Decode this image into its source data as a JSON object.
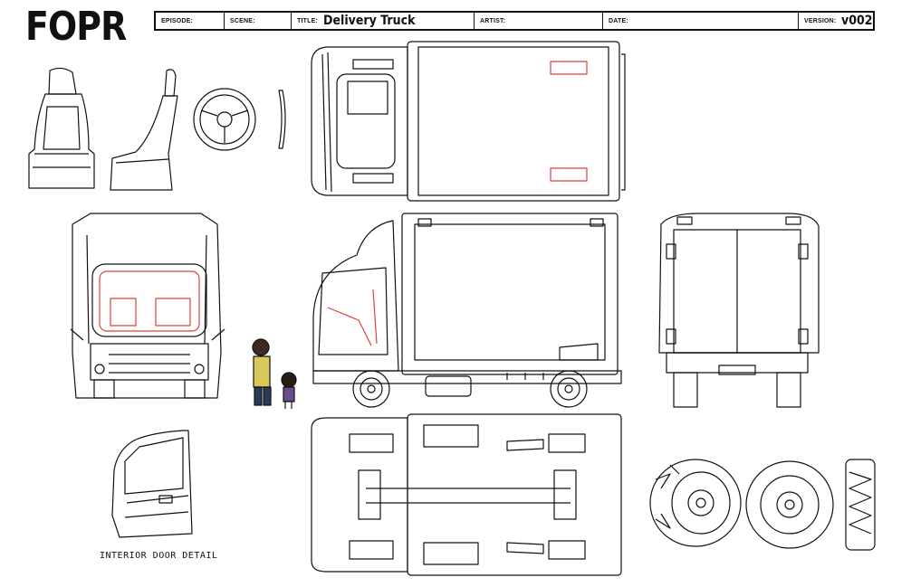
{
  "logo": "FOPR",
  "header": {
    "episode_label": "EPISODE:",
    "episode_value": "",
    "scene_label": "SCENE:",
    "scene_value": "",
    "title_label": "TITLE:",
    "title_value": "Delivery Truck",
    "artist_label": "ARTIST:",
    "artist_value": "",
    "date_label": "DATE:",
    "date_value": "",
    "version_label": "VERSION:",
    "version_value": "v002"
  },
  "caption": "INTERIOR DOOR DETAIL",
  "colors": {
    "ink": "#111111",
    "redline": "#e0403a"
  }
}
